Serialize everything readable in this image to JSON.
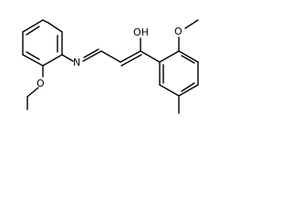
{
  "molecule": {
    "atoms": {
      "nitrogen": "N",
      "hydroxyl": "OH",
      "methoxy_oxygen": "O",
      "ethoxy_oxygen": "O"
    }
  },
  "colors": {
    "background": "#ffffff",
    "bond": "#000000",
    "text": "#000000"
  }
}
